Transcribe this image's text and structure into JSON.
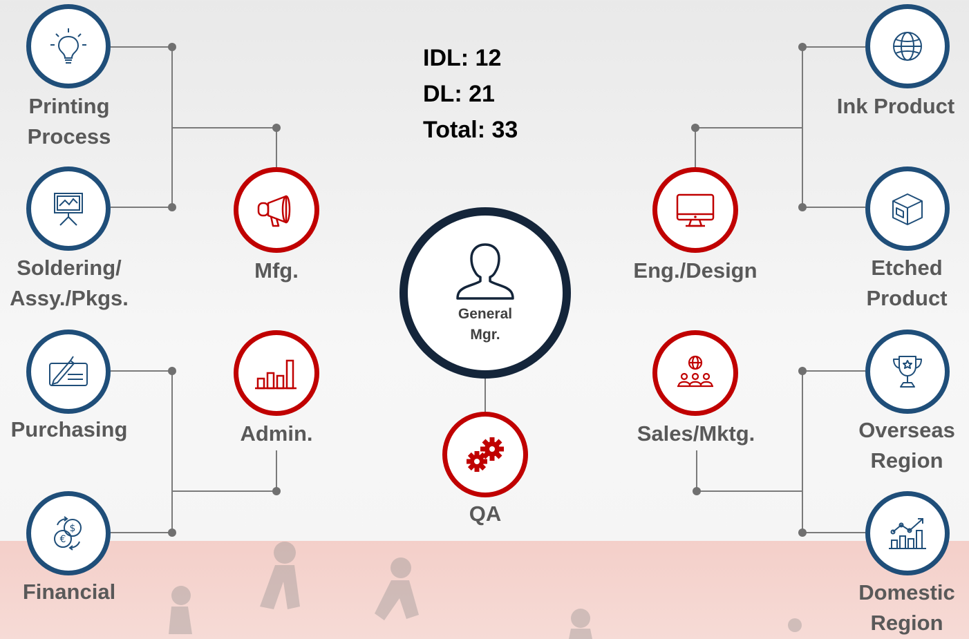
{
  "colors": {
    "blue_ring": "#1f4e79",
    "red_ring": "#c00000",
    "center_ring": "#14253a",
    "connector": "#7a7a7a",
    "label_text": "#595959"
  },
  "stats": {
    "idl": "IDL: 12",
    "dl": "DL: 21",
    "total": "Total: 33"
  },
  "center": {
    "label_line1": "General",
    "label_line2": "Mgr.",
    "icon": "person-icon"
  },
  "qa": {
    "label": "QA",
    "icon": "gears-icon"
  },
  "departments": {
    "mfg": {
      "label": "Mfg.",
      "icon": "megaphone-icon"
    },
    "admin": {
      "label": "Admin.",
      "icon": "bar-chart-icon"
    },
    "eng": {
      "label": "Eng./Design",
      "icon": "monitor-icon"
    },
    "sales": {
      "label": "Sales/Mktg.",
      "icon": "global-team-icon"
    }
  },
  "units": {
    "printing": {
      "line1": "Printing",
      "line2": "Process",
      "icon": "lightbulb-icon"
    },
    "soldering": {
      "line1": "Soldering/",
      "line2": "Assy./Pkgs.",
      "icon": "presentation-board-icon"
    },
    "purchasing": {
      "line1": "Purchasing",
      "icon": "signature-check-icon"
    },
    "financial": {
      "line1": "Financial",
      "icon": "currency-exchange-icon"
    },
    "ink": {
      "line1": "Ink Product",
      "icon": "globe-icon"
    },
    "etched": {
      "line1": "Etched",
      "line2": "Product",
      "icon": "box-icon"
    },
    "overseas": {
      "line1": "Overseas",
      "line2": "Region",
      "icon": "trophy-icon"
    },
    "domestic": {
      "line1": "Domestic",
      "line2": "Region",
      "icon": "growth-chart-icon"
    }
  }
}
